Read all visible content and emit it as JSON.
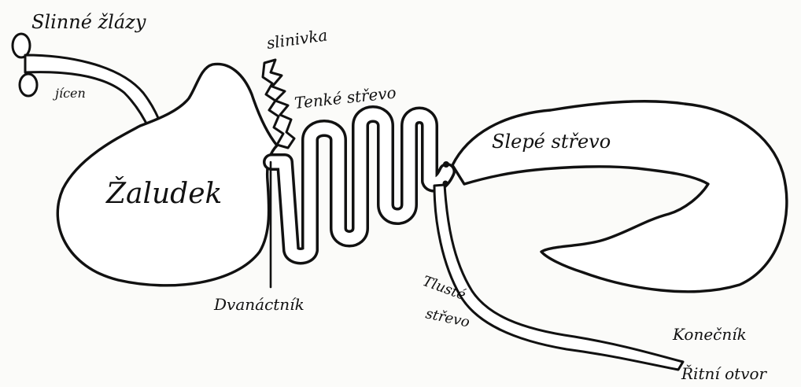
{
  "labels": {
    "salivary_glands": "Slinné žlázy",
    "esophagus": "jícen",
    "pancreas": "slinivka",
    "small_intestine": "Tenké střevo",
    "stomach": "Žaludek",
    "duodenum": "Dvanáctník",
    "cecum": "Slepé střevo",
    "colon_line1": "Tlusté",
    "colon_line2": "střevo",
    "rectum": "Konečník",
    "anus": "Řitní otvor"
  },
  "colors": {
    "ink": "#111111",
    "paper": "#fbfbf9",
    "organ_fill": "#ffffff"
  }
}
